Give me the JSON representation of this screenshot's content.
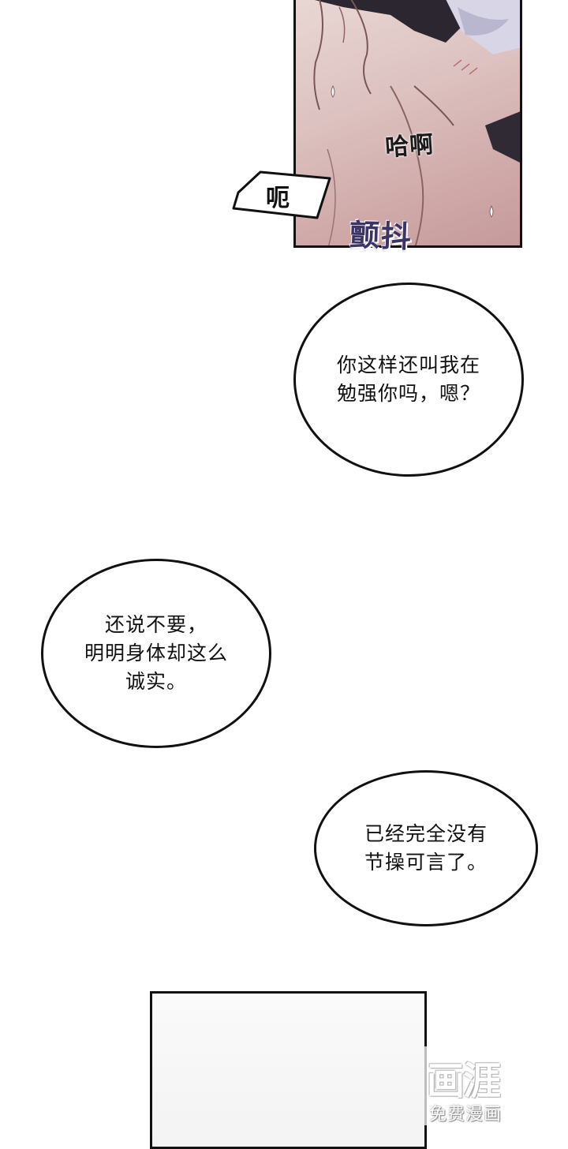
{
  "panel_top": {
    "sfx_gasp": "哈啊",
    "sfx_uh": "呃",
    "sfx_tremble": "颤抖"
  },
  "bubbles": [
    {
      "text": "你这样还叫我在\n勉强你吗，嗯？"
    },
    {
      "text": "还说不要，\n明明身体却这么\n诚实。"
    },
    {
      "text": "已经完全没有\n节操可言了。"
    }
  ],
  "watermark": {
    "logo": "画涯",
    "caption": "免费漫画"
  }
}
